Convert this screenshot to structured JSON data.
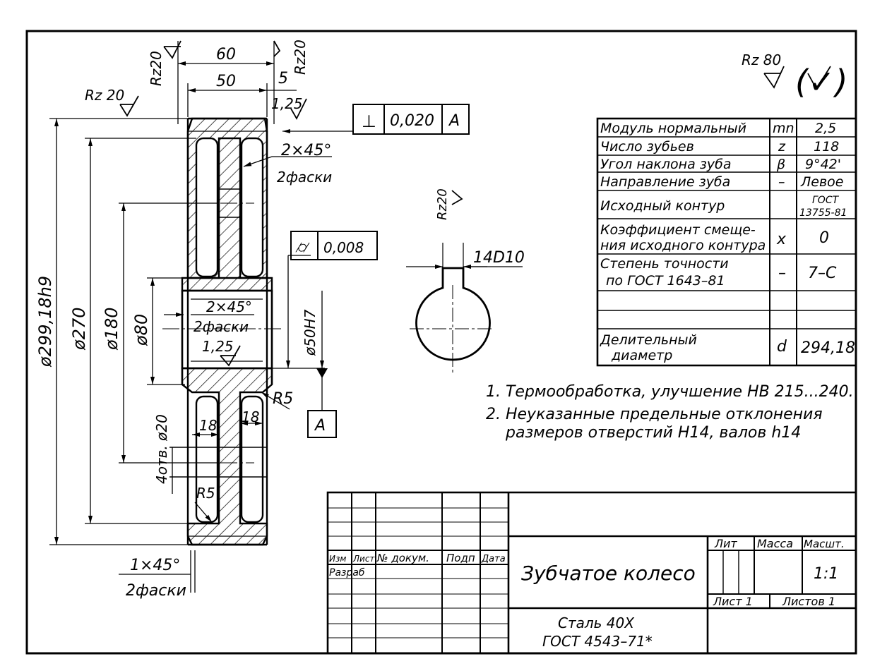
{
  "dimensions": {
    "d60": "60",
    "d50": "50",
    "d5": "5",
    "d125_top": "1,25",
    "chamfer_top": "2×45°",
    "chamfer_top_note": "2фаски",
    "chamfer_mid": "2×45°",
    "chamfer_mid_note": "2фаски",
    "d125_mid": "1,25",
    "d_outer": "ø299,18h9",
    "d270": "ø270",
    "d180": "ø180",
    "d80": "ø80",
    "d50h7": "ø50H7",
    "holes": "4отв. ø20",
    "d18_left": "18",
    "d18_right": "18",
    "r5_right": "R5",
    "r5_left": "R5",
    "chamfer_bottom": "1×45°",
    "chamfer_bottom_note": "2фаски",
    "keyway": "14D10"
  },
  "roughness": {
    "rz20_left_top": "Rz20",
    "rz20_right_top": "Rz20",
    "rz20_side": "Rz 20",
    "rz20_keyway": "Rz20",
    "rz80_general": "Rz 80",
    "general_mark": "(✓)"
  },
  "tolerances": {
    "perp_symbol": "⊥",
    "perp_value": "0,020",
    "perp_datum": "A",
    "cyl_symbol": "⌭",
    "cyl_value": "0,008",
    "datum_label": "A"
  },
  "params_table": [
    {
      "name": "Модуль нормальный",
      "sym": "mn",
      "value": "2,5"
    },
    {
      "name": "Число зубьев",
      "sym": "z",
      "value": "118"
    },
    {
      "name": "Угол наклона зуба",
      "sym": "β",
      "value": "9°42'"
    },
    {
      "name": "Направление зуба",
      "sym": "–",
      "value": "Левое"
    },
    {
      "name": "Исходный контур",
      "sym": "",
      "value": "ГОСТ",
      "value2": "13755-81"
    },
    {
      "name": "Коэффициент смеще-",
      "name2": "ния исходного контура",
      "sym": "x",
      "value": "0"
    },
    {
      "name": "Степень точности",
      "name2": "по ГОСТ 1643–81",
      "sym": "–",
      "value": "7–С"
    },
    {
      "name": "",
      "sym": "",
      "value": ""
    },
    {
      "name": "Делительный",
      "name2": "диаметр",
      "sym": "d",
      "value": "294,18"
    }
  ],
  "notes": [
    "1. Термообработка, улучшение НВ 215...240.",
    "2. Неуказанные предельные отклонения",
    "размеров отверстий Н14, валов h14"
  ],
  "title_block": {
    "hdr_izm": "Изм",
    "hdr_list": "Лист",
    "hdr_doc": "№ докум.",
    "hdr_podp": "Подп",
    "hdr_date": "Дата",
    "razrab": "Разраб",
    "part_name": "Зубчатое колесо",
    "lit": "Лит",
    "mass": "Масса",
    "scale_hdr": "Масшт.",
    "scale": "1:1",
    "sheet": "Лист 1",
    "sheets": "Листов 1",
    "material_1": "Сталь 40Х",
    "material_2": "ГОСТ 4543–71*"
  }
}
